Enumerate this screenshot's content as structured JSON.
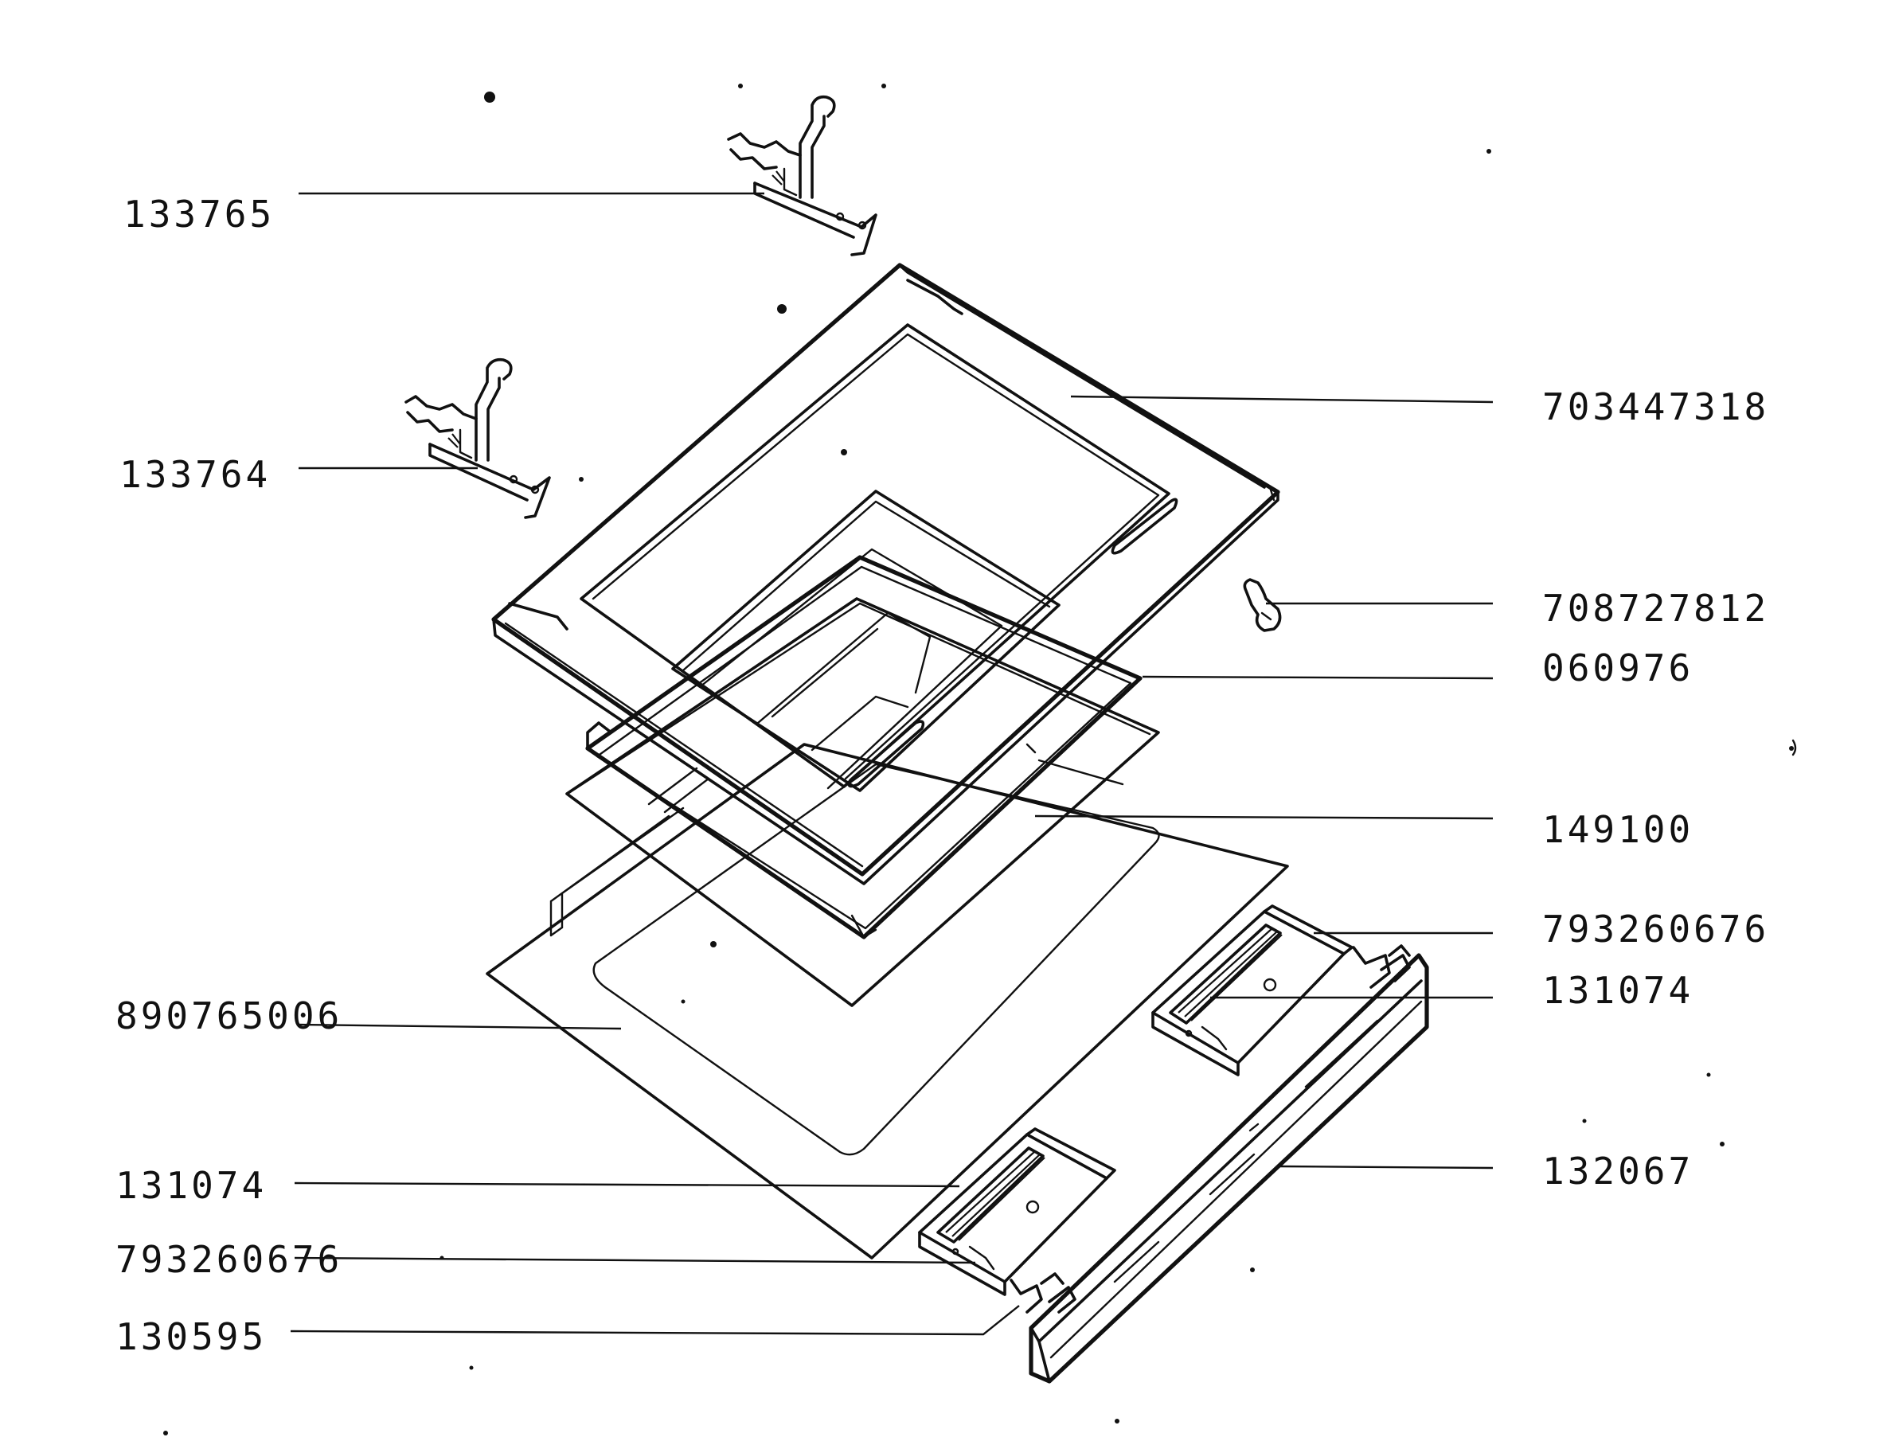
{
  "callouts": [
    {
      "id": "133765",
      "label": "133765",
      "part": "hinge-upper"
    },
    {
      "id": "133764",
      "label": "133764",
      "part": "hinge-lower"
    },
    {
      "id": "703447318",
      "label": "703447318",
      "part": "inner-door-frame"
    },
    {
      "id": "708727812",
      "label": "708727812",
      "part": "clip"
    },
    {
      "id": "060976",
      "label": "060976",
      "part": "seal-frame"
    },
    {
      "id": "149100",
      "label": "149100",
      "part": "inner-glass"
    },
    {
      "id": "793260676-right",
      "label": "793260676",
      "part": "hinge-block-right"
    },
    {
      "id": "131074-right",
      "label": "131074",
      "part": "hinge-spring-right"
    },
    {
      "id": "132067",
      "label": "132067",
      "part": "handle-bar"
    },
    {
      "id": "890765006",
      "label": "890765006",
      "part": "outer-glass"
    },
    {
      "id": "131074-left",
      "label": "131074",
      "part": "hinge-spring-left"
    },
    {
      "id": "793260676-left",
      "label": "793260676",
      "part": "hinge-block-left"
    },
    {
      "id": "130595",
      "label": "130595",
      "part": "end-cap"
    }
  ]
}
